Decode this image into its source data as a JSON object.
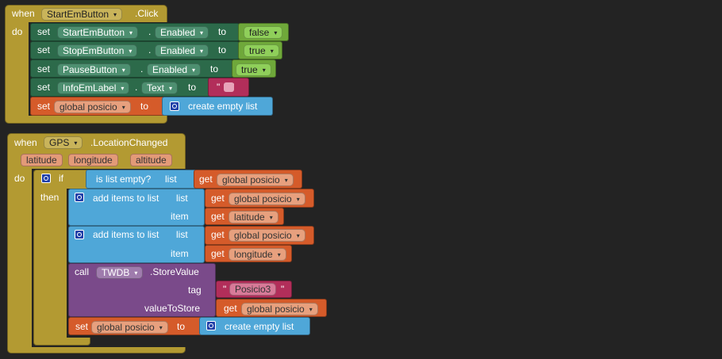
{
  "event1": {
    "when": "when",
    "component": "StartEmButton",
    "event": ".Click",
    "do": "do",
    "rows": [
      {
        "set": "set",
        "component": "StartEmButton",
        "dot": ".",
        "prop": "Enabled",
        "to": "to",
        "value": "false"
      },
      {
        "set": "set",
        "component": "StopEmButton",
        "dot": ".",
        "prop": "Enabled",
        "to": "to",
        "value": "true"
      },
      {
        "set": "set",
        "component": "PauseButton",
        "dot": ".",
        "prop": "Enabled",
        "to": "to",
        "value": "true"
      },
      {
        "set": "set",
        "component": "InfoEmLabel",
        "dot": ".",
        "prop": "Text",
        "to": "to",
        "value": "\"   \""
      }
    ],
    "globalset": {
      "set": "set",
      "var": "global posicio",
      "to": "to",
      "create": "create empty list"
    }
  },
  "event2": {
    "when": "when",
    "component": "GPS",
    "event": ".LocationChanged",
    "do": "do",
    "params": [
      "latitude",
      "longitude",
      "altitude"
    ],
    "if_label": "if",
    "then_label": "then",
    "is_empty": "is list empty?",
    "list_label": "list",
    "get": "get",
    "var": "global posicio",
    "add1": {
      "label": "add items to list",
      "list": "list",
      "item": "item",
      "item_var": "latitude"
    },
    "add2": {
      "label": "add items to list",
      "list": "list",
      "item": "item",
      "item_var": "longitude"
    },
    "call": {
      "call": "call",
      "component": "TWDB",
      "method": ".StoreValue",
      "tag": "tag",
      "tag_value": "Posicio3",
      "quote": "\"",
      "value_to_store": "valueToStore"
    },
    "setg": {
      "set": "set",
      "var": "global posicio",
      "to": "to",
      "create": "create empty list"
    }
  },
  "dropdown_glyph": "▾",
  "colors": {
    "background": "#232323",
    "event": "#b39a32",
    "component_set": "#2c6a4a",
    "variable": "#d55b2a",
    "list": "#4fa7d8",
    "logic": "#6fa83a",
    "text": "#b22e5a",
    "procedure": "#7a4a8a"
  }
}
